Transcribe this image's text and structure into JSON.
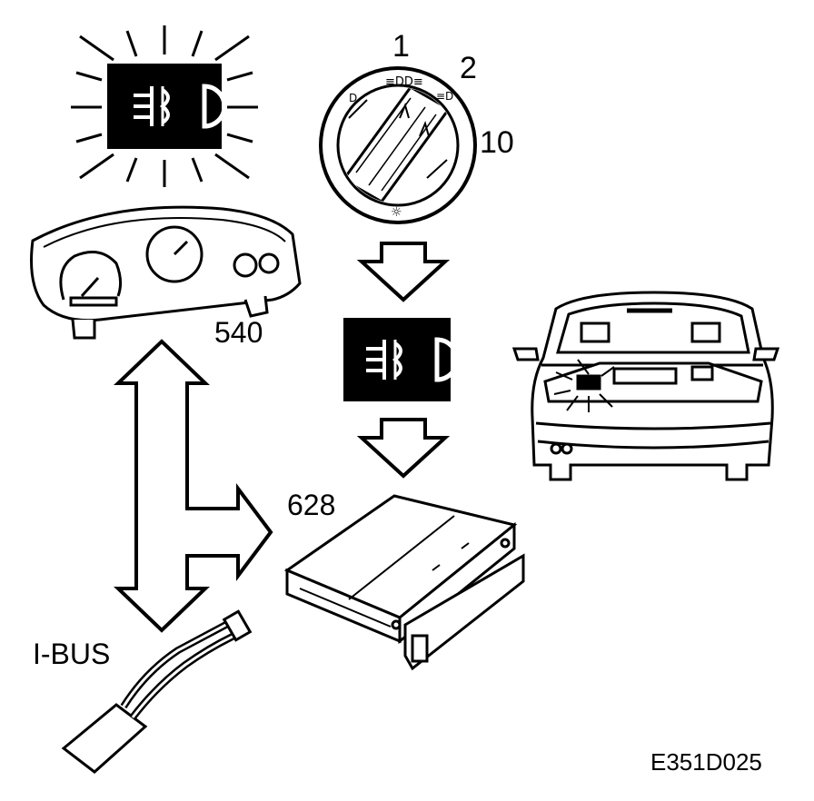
{
  "labels": {
    "switch_pos_1": "1",
    "switch_pos_2": "2",
    "switch_pos_10": "10",
    "instrument_cluster": "540",
    "control_module": "628",
    "bus": "I-BUS",
    "figure_code": "E351D025"
  },
  "icons": {
    "indicator_lit": "rear-fog-lamp-indicator-icon",
    "indicator_signal": "rear-fog-lamp-indicator-icon",
    "light_switch": "light-switch-icon",
    "instrument_cluster": "instrument-cluster-icon",
    "car_rear": "car-rear-view-icon",
    "module": "control-module-icon",
    "connector": "bus-connector-icon"
  },
  "colors": {
    "ink": "#000000",
    "paper": "#ffffff"
  }
}
